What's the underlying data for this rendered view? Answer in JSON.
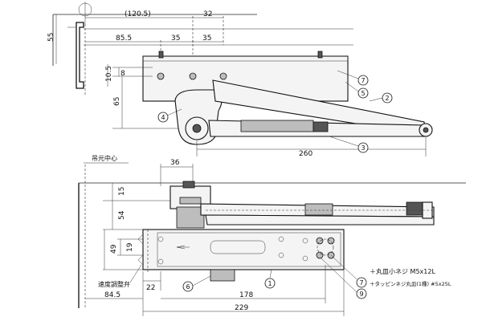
{
  "dimensions": {
    "d120_5": "(120.5)",
    "d32": "32",
    "d55": "55",
    "d85_5_top": "85.5",
    "d35_a": "35",
    "d35_b": "35",
    "d8": "8",
    "d10_5": "10.5",
    "d65": "65",
    "d260": "260",
    "d36": "36",
    "d15": "15",
    "d54": "54",
    "d49": "49",
    "d19": "19",
    "d22": "22",
    "d84_5": "84.5",
    "d178": "178",
    "d229": "229"
  },
  "labels": {
    "pivot_center": "吊元中心",
    "speed_valve": "速度調整弁",
    "screw_7": "＋丸皿小ネジ  M5x12L",
    "screw_9": "＋タッピンネジ丸皿(1種) #5x25L"
  },
  "callouts": [
    "1",
    "2",
    "3",
    "4",
    "5",
    "6",
    "7",
    "7",
    "9"
  ]
}
